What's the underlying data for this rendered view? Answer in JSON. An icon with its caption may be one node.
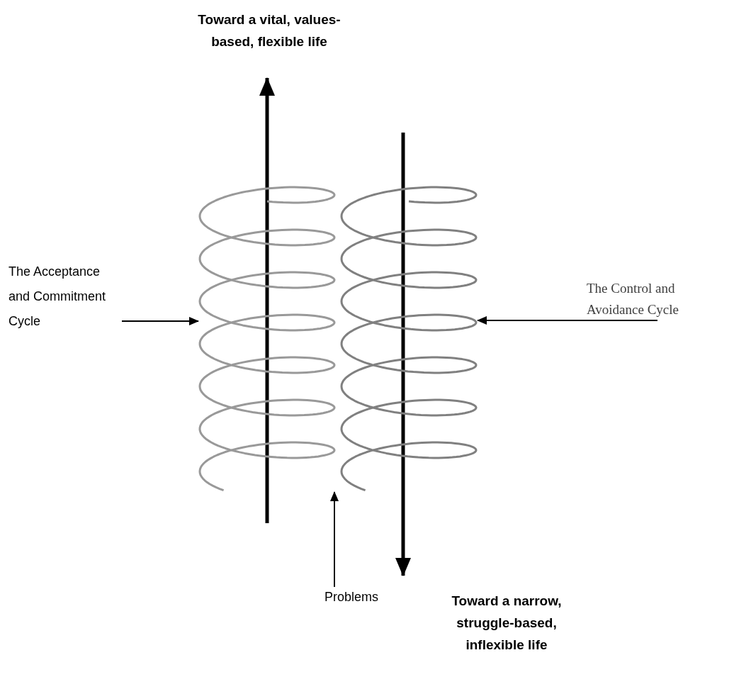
{
  "diagram": {
    "nodes": [
      {
        "text": [
          "Toward a vital, values-based, flexible life"
        ]
      },
      {
        "text": [],
        "shape": "spiral"
      },
      {
        "text": [],
        "shape": "spiral"
      },
      {
        "text": [
          "Toward a narrow, struggle-based, inflexible life"
        ]
      },
      {
        "text": [
          "The Acceptance and Commitment Cycle"
        ]
      },
      {
        "text": [
          "The Control and Avoidance Cycle"
        ]
      },
      {
        "text": [
          "Problems"
        ]
      }
    ],
    "edges": [
      {
        "from": null,
        "to": 0,
        "arrow": "to",
        "style": "thick"
      },
      {
        "from": null,
        "to": 3,
        "arrow": "to",
        "style": "thick"
      },
      {
        "from": 4,
        "to": 1,
        "arrow": "to"
      },
      {
        "from": 5,
        "to": 2,
        "arrow": "to"
      },
      {
        "from": 6,
        "to": 1,
        "arrow": "to"
      }
    ]
  }
}
